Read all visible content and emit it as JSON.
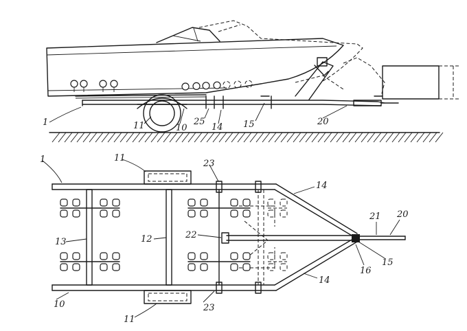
{
  "labels": {
    "l1_top": "1",
    "l11_side": "11",
    "l10_side": "10",
    "l25": "25",
    "l14_side": "14",
    "l15_side": "15",
    "l20_side": "20",
    "l1_plan": "1",
    "l11_plan_top": "11",
    "l23_top": "23",
    "l14_plan_top": "14",
    "l21": "21",
    "l20_plan": "20",
    "l13": "13",
    "l12": "12",
    "l22": "22",
    "l16": "16",
    "l15_plan": "15",
    "l14_plan_bottom": "14",
    "l10_plan": "10",
    "l23_bottom": "23",
    "l11_plan_bottom": "11"
  }
}
